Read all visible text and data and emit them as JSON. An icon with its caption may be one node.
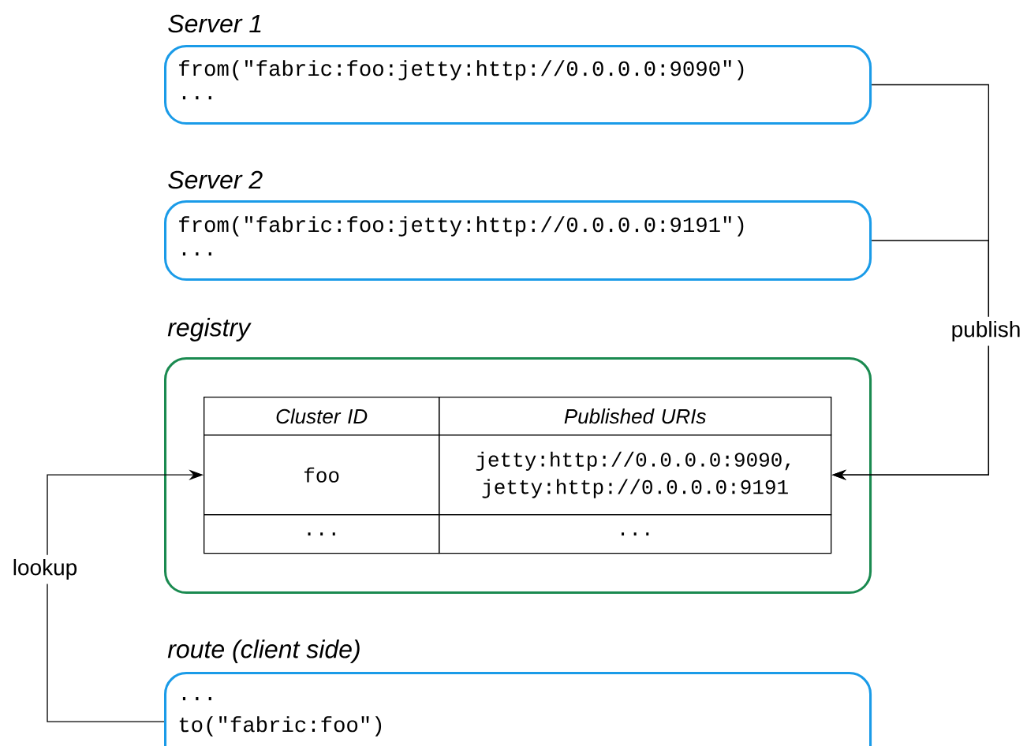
{
  "diagram": {
    "nodes": [
      {
        "text": [
          "Server 1",
          "from(\"fabric:foo:jetty:http://0.0.0.0:9090\")",
          "..."
        ]
      },
      {
        "text": [
          "Server 2",
          "from(\"fabric:foo:jetty:http://0.0.0.0:9191\")",
          "..."
        ]
      },
      {
        "text": [
          "registry"
        ]
      },
      {
        "text": [
          "Cluster ID"
        ],
        "in": 2
      },
      {
        "text": [
          "Published URIs"
        ],
        "in": 2
      },
      {
        "text": [
          "foo"
        ],
        "in": 2
      },
      {
        "text": [
          "jetty:http://0.0.0.0:9090, jetty:http://0.0.0.0:9191"
        ],
        "in": 2
      },
      {
        "text": [
          "..."
        ],
        "in": 2
      },
      {
        "text": [
          "..."
        ],
        "in": 2
      },
      {
        "text": [
          "route (client side)",
          "...",
          "to(\"fabric:foo\")"
        ]
      }
    ],
    "edges": [
      {
        "from": 0,
        "to": 6,
        "arrow": "to",
        "label": "publish"
      },
      {
        "from": 1,
        "to": 6,
        "arrow": "to"
      },
      {
        "from": 9,
        "to": 5,
        "arrow": "to",
        "label": "lookup"
      }
    ]
  }
}
